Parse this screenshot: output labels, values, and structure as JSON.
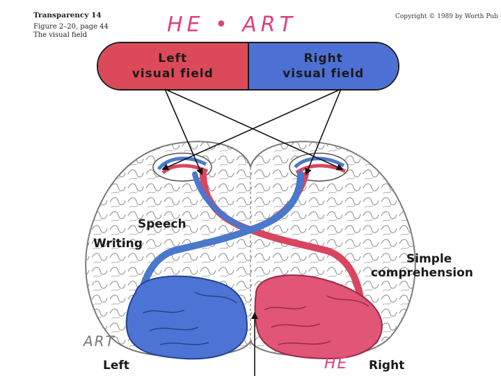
{
  "header": {
    "title": "Transparency 14",
    "figure": "Figure 2–20, page 44",
    "caption": "The visual field",
    "copyright": "Copyright © 1989 by Worth Pub"
  },
  "handwriting": {
    "top": "HE • ART",
    "art": "ART",
    "he": "HE"
  },
  "visual_fields": {
    "left_line1": "Left",
    "left_line2": "visual field",
    "right_line1": "Right",
    "right_line2": "visual field"
  },
  "labels": {
    "speech": "Speech",
    "writing": "Writing",
    "simple": "Simple",
    "comprehension": "comprehension",
    "left": "Left",
    "right": "Right"
  },
  "colors": {
    "left_field": "#dc4a5a",
    "right_field": "#4d70d4",
    "red_path": "#d9455f",
    "blue_path": "#4a78cc"
  }
}
